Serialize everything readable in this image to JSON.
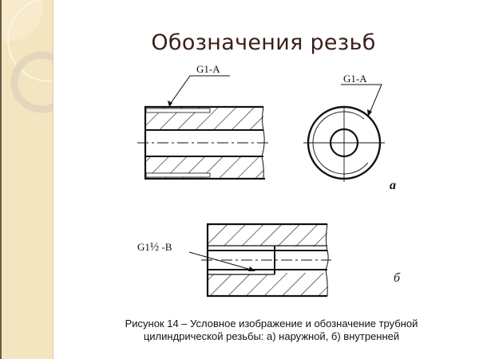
{
  "slide": {
    "title": "Обозначения резьб",
    "caption_line1": "Рисунок 14 – Условное изображение и обозначение трубной",
    "caption_line2": "цилиндрической резьбы: а) наружной, б) внутренней",
    "colors": {
      "sidebar": "#f3e5bf",
      "title": "#3b1f1a",
      "ink": "#111111"
    }
  },
  "figure_a": {
    "side_label": "G1-A",
    "end_label": "G1-A",
    "marker": "а"
  },
  "figure_b": {
    "label_prefix": "G1",
    "label_fraction": "½",
    "label_suffix": " -B",
    "marker": "б"
  }
}
